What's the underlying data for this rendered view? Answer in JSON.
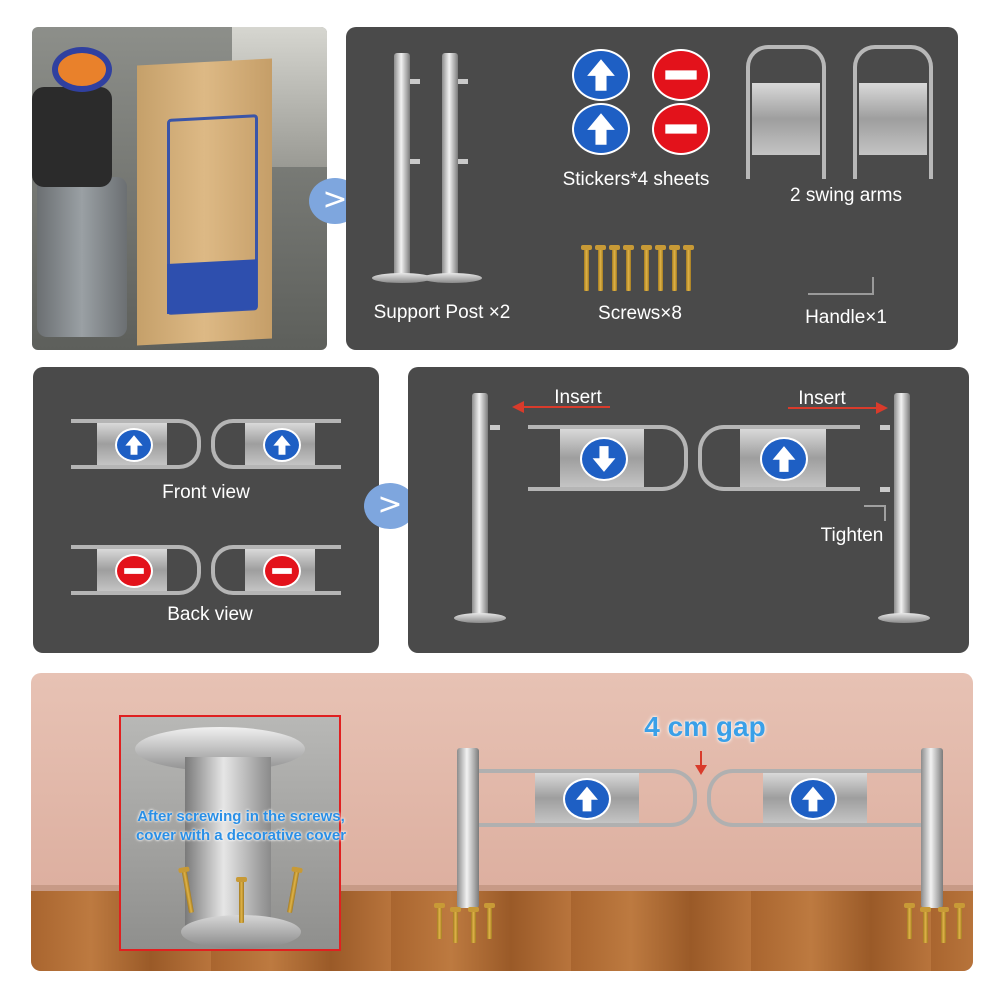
{
  "colors": {
    "panel": "#4a4a4a",
    "sign_blue": "#1e5fc4",
    "sign_red": "#e3121b",
    "gap_text": "#3aa0e8",
    "arrow_red": "#d93b2b",
    "wall": "#e0b3a3",
    "floor": "#a0602e"
  },
  "icons": {
    "next": "chevron-right-icon",
    "entry": "arrow-up-icon",
    "exit": "arrow-down-icon",
    "no_entry": "no-entry-icon"
  },
  "next_symbol": ">",
  "contents": {
    "support_post": "Support Post ×2",
    "stickers": "Stickers*4 sheets",
    "swing_arms": "2 swing arms",
    "screws": "Screws×8",
    "handle": "Handle×1"
  },
  "views": {
    "front": "Front view",
    "back": "Back view"
  },
  "install": {
    "insert_left": "Insert",
    "insert_right": "Insert",
    "tighten": "Tighten"
  },
  "final": {
    "gap": "4 cm gap",
    "note_line1": "After screwing in the screws,",
    "note_line2": "cover with a decorative cover"
  }
}
